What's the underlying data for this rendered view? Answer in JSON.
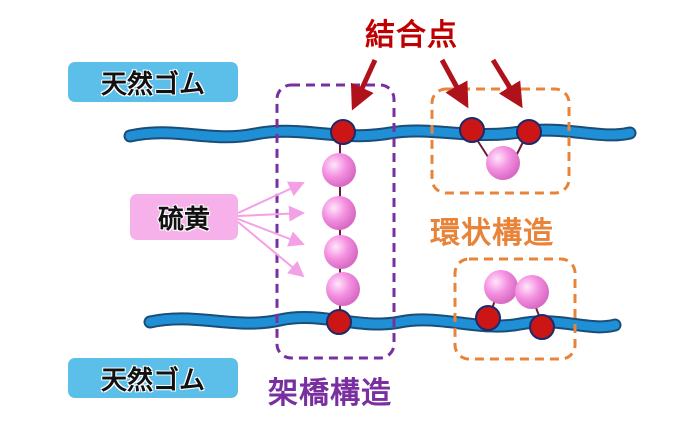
{
  "labels": {
    "bond_point": "結合点",
    "natural_rubber_top": "天然ゴム",
    "natural_rubber_bottom": "天然ゴム",
    "sulfur": "硫黄",
    "ring_structure": "環状構造",
    "crosslink_structure": "架橋構造"
  },
  "colors": {
    "chain": "#1f8fd6",
    "chain_outline": "#1a4e78",
    "bond_point": "#cc1616",
    "bond_text": "#c00000",
    "sulfur_atom": "#f07fdd",
    "crosslink_box": "#7a2fa0",
    "ring_box": "#e8843a",
    "rubber_label_bg": "#5bbfe9",
    "sulfur_label_bg": "#f6b0ea",
    "arrow_sulfur": "#f3a0e6",
    "arrow_bond": "#b0121b"
  }
}
